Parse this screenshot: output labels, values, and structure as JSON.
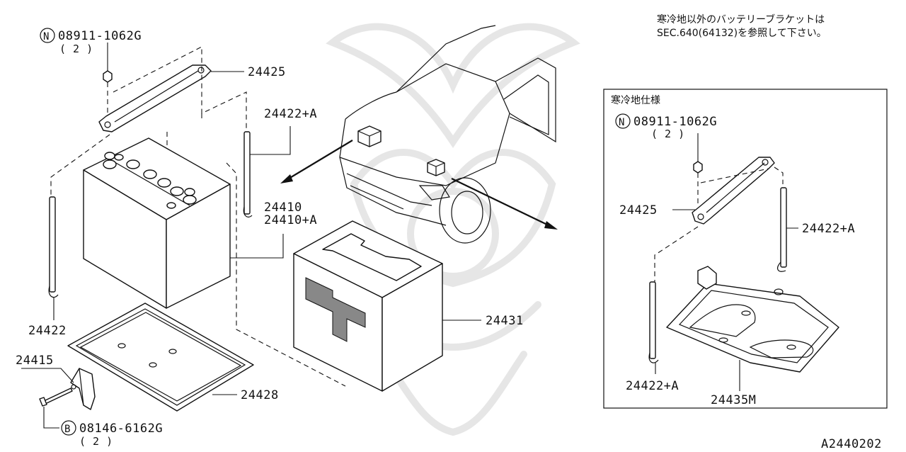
{
  "note": {
    "line1": "寒冷地以外のバッテリーブラケットは",
    "line2": "SEC.640(64132)を参照して下さい。"
  },
  "inset_title": "寒冷地仕様",
  "parts": {
    "nut_main": {
      "marker": "N",
      "number": "08911-1062G",
      "qty": "( 2 )"
    },
    "bolt_main": {
      "marker": "B",
      "number": "08146-6162G",
      "qty": "( 2 )"
    },
    "frame_main": "24425",
    "rod_main": "24422+A",
    "battery_a": "24410",
    "battery_b": "24410+A",
    "cover": "24431",
    "rod_left": "24422",
    "bracket": "24415",
    "tray": "24428",
    "nut_inset": {
      "marker": "N",
      "number": "08911-1062G",
      "qty": "( 2 )"
    },
    "frame_inset": "24425",
    "rod_inset_right": "24422+A",
    "rod_inset_left": "24422+A",
    "tray_inset": "24435M"
  },
  "diagram_id": "A2440202"
}
